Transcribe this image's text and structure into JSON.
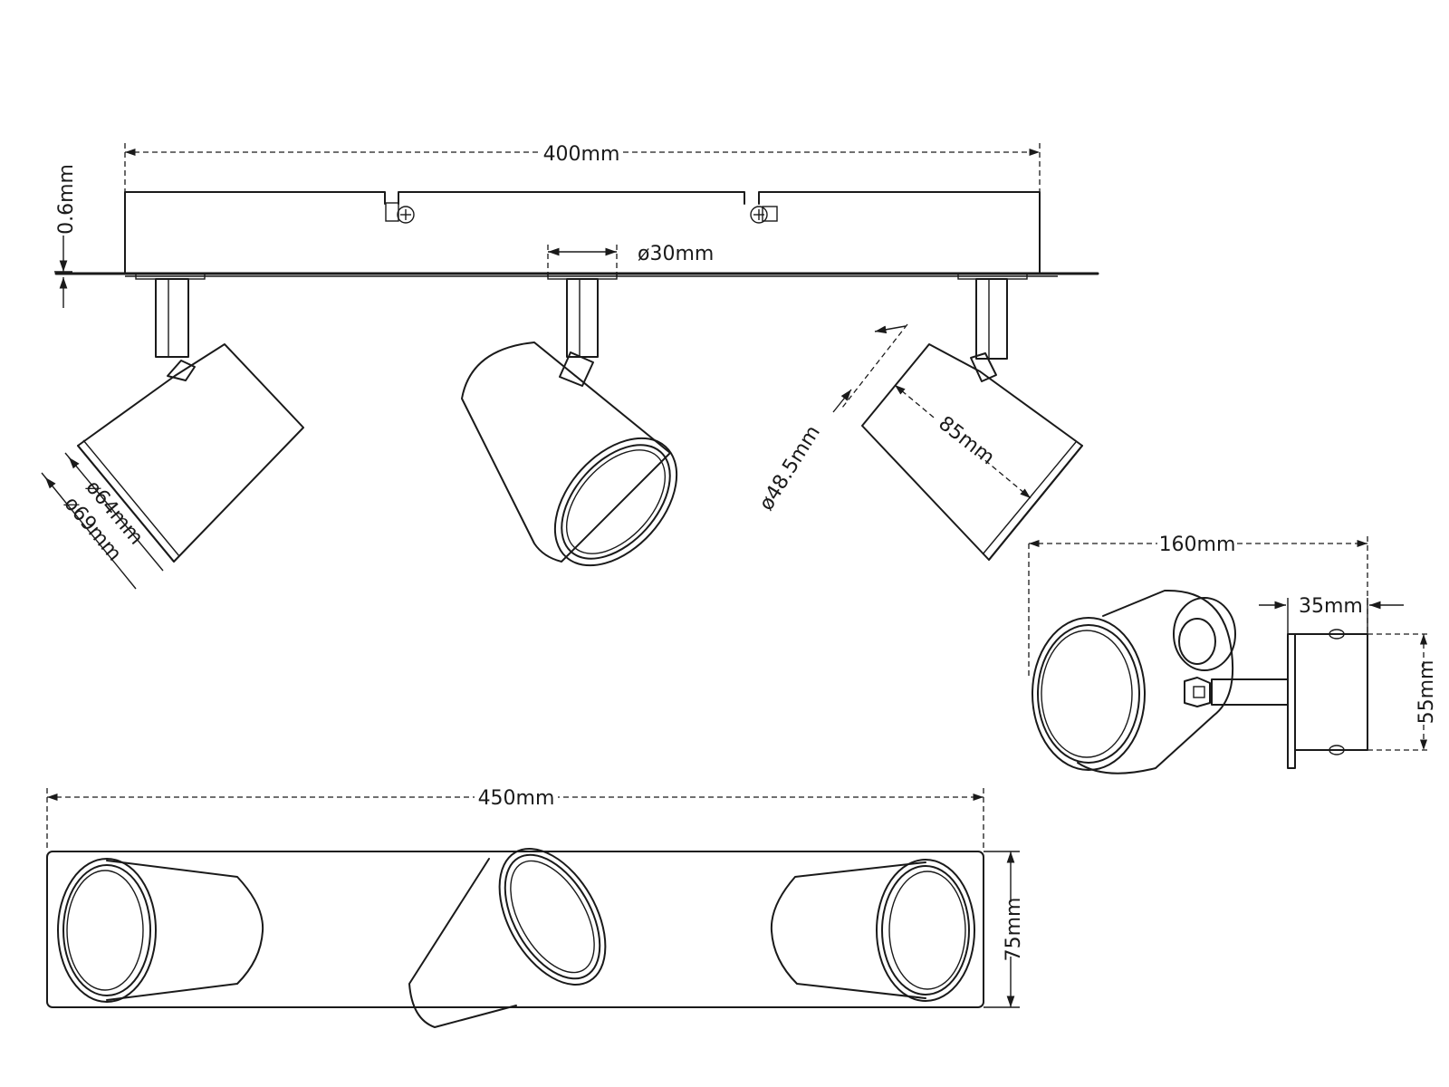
{
  "dimensions": {
    "front_width": "400mm",
    "plate_thickness": "0.6mm",
    "mount_diameter": "ø30mm",
    "head_inner_diameter": "ø64mm",
    "head_outer_diameter": "ø69mm",
    "head_back_diameter": "ø48.5mm",
    "head_length": "85mm",
    "side_depth": "160mm",
    "side_plate_depth": "35mm",
    "side_height": "55mm",
    "top_length": "450mm",
    "top_width": "75mm"
  },
  "colors": {
    "line": "#1a1a1a",
    "background": "#ffffff"
  }
}
